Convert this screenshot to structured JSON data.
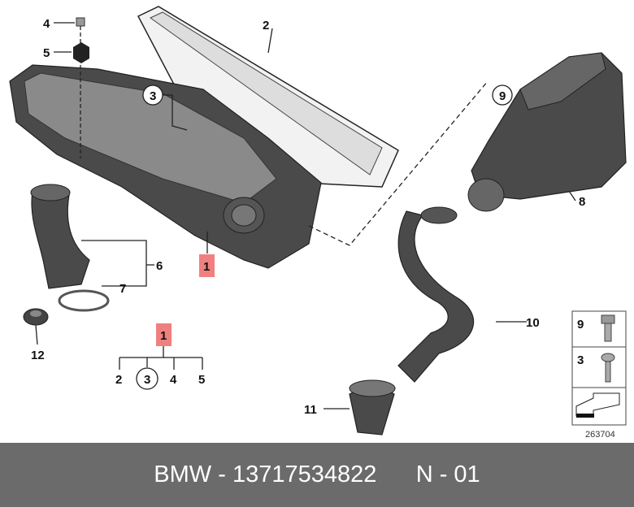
{
  "diagram": {
    "callouts": {
      "screw_top": "4",
      "nut": "5",
      "filter_element": "2",
      "screw_circled": "3",
      "screw_circled_right": "9",
      "silencer_housing": "8",
      "hose_left": "6",
      "housing_main": "1",
      "clamp": "7",
      "hose_right": "10",
      "grommet": "12",
      "adapter": "11"
    },
    "assembly_tree": {
      "root": "1",
      "children": [
        "2",
        "3",
        "4",
        "5"
      ]
    },
    "legend_box": {
      "rows": [
        "9",
        "3"
      ]
    },
    "image_number": "263704"
  },
  "footer": {
    "brand": "BMW",
    "separator": "-",
    "part_number": "13717534822",
    "suffix": "N - 01"
  },
  "colors": {
    "highlight": "#f08080",
    "footer_bg": "#6b6b6b"
  }
}
